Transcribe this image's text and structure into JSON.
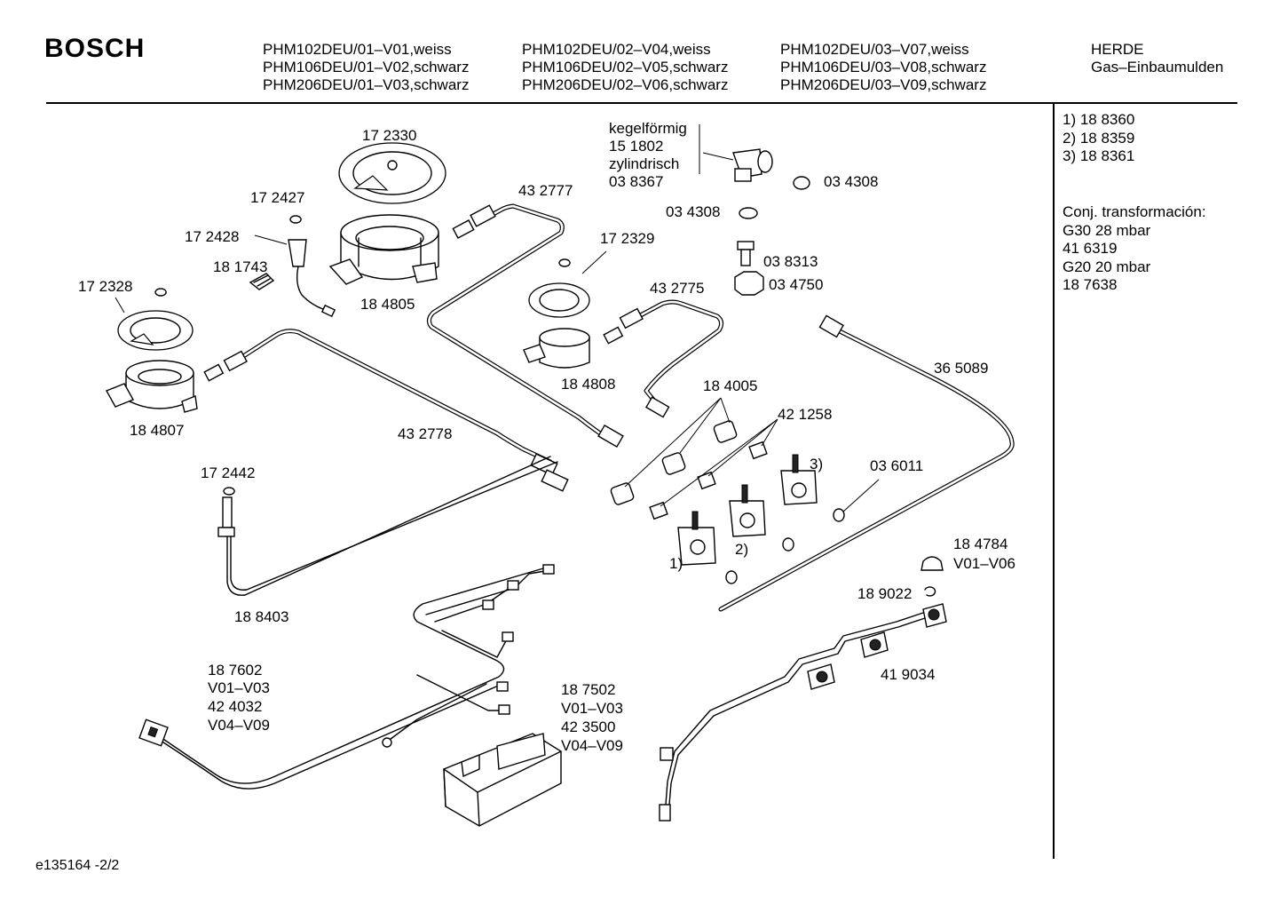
{
  "brand": "BOSCH",
  "header": {
    "columns": [
      [
        "PHM102DEU/01–V01,weiss",
        "PHM106DEU/01–V02,schwarz",
        "PHM206DEU/01–V03,schwarz"
      ],
      [
        "PHM102DEU/02–V04,weiss",
        "PHM106DEU/02–V05,schwarz",
        "PHM206DEU/02–V06,schwarz"
      ],
      [
        "PHM102DEU/03–V07,weiss",
        "PHM106DEU/03–V08,schwarz",
        "PHM206DEU/03–V09,schwarz"
      ],
      [
        "HERDE",
        "Gas–Einbaumulden"
      ]
    ]
  },
  "sidebar": {
    "numbered": [
      "1) 18 8360",
      "2) 18 8359",
      "3) 18 8361"
    ],
    "conversion": [
      "Conj. transformación:",
      "G30  28 mbar",
      "41 6319",
      "G20  20 mbar",
      "18 7638"
    ]
  },
  "diagram": {
    "labels": {
      "p172330": "17 2330",
      "p172427": "17 2427",
      "p172428": "17 2428",
      "p181743": "18 1743",
      "p172328": "17 2328",
      "p184805": "18 4805",
      "p184807": "18 4807",
      "kegel": "kegelförmig",
      "p151802": "15 1802",
      "zylindrisch": "zylindrisch",
      "p038367": "03 8367",
      "p034308a": "03 4308",
      "p034308b": "03 4308",
      "p432777": "43 2777",
      "p172329": "17 2329",
      "p038313": "03 8313",
      "p034750": "03 4750",
      "p432775": "43 2775",
      "p184808": "18 4808",
      "p365089": "36 5089",
      "p184005": "18 4005",
      "p421258": "42 1258",
      "p432778": "43 2778",
      "p172442": "17 2442",
      "m3": "3)",
      "p036011": "03 6011",
      "m1": "1)",
      "m2": "2)",
      "p184784": "18 4784",
      "v0106": "V01–V06",
      "p189022": "18 9022",
      "p188403": "18 8403",
      "p419034": "41 9034",
      "p187602": "18 7602",
      "v0103a": "V01–V03",
      "p424032": "42 4032",
      "v0409a": "V04–V09",
      "p187502": "18 7502",
      "v0103b": "V01–V03",
      "p423500": "42 3500",
      "v0409b": "V04–V09"
    }
  },
  "footer": "e135164  -2/2"
}
